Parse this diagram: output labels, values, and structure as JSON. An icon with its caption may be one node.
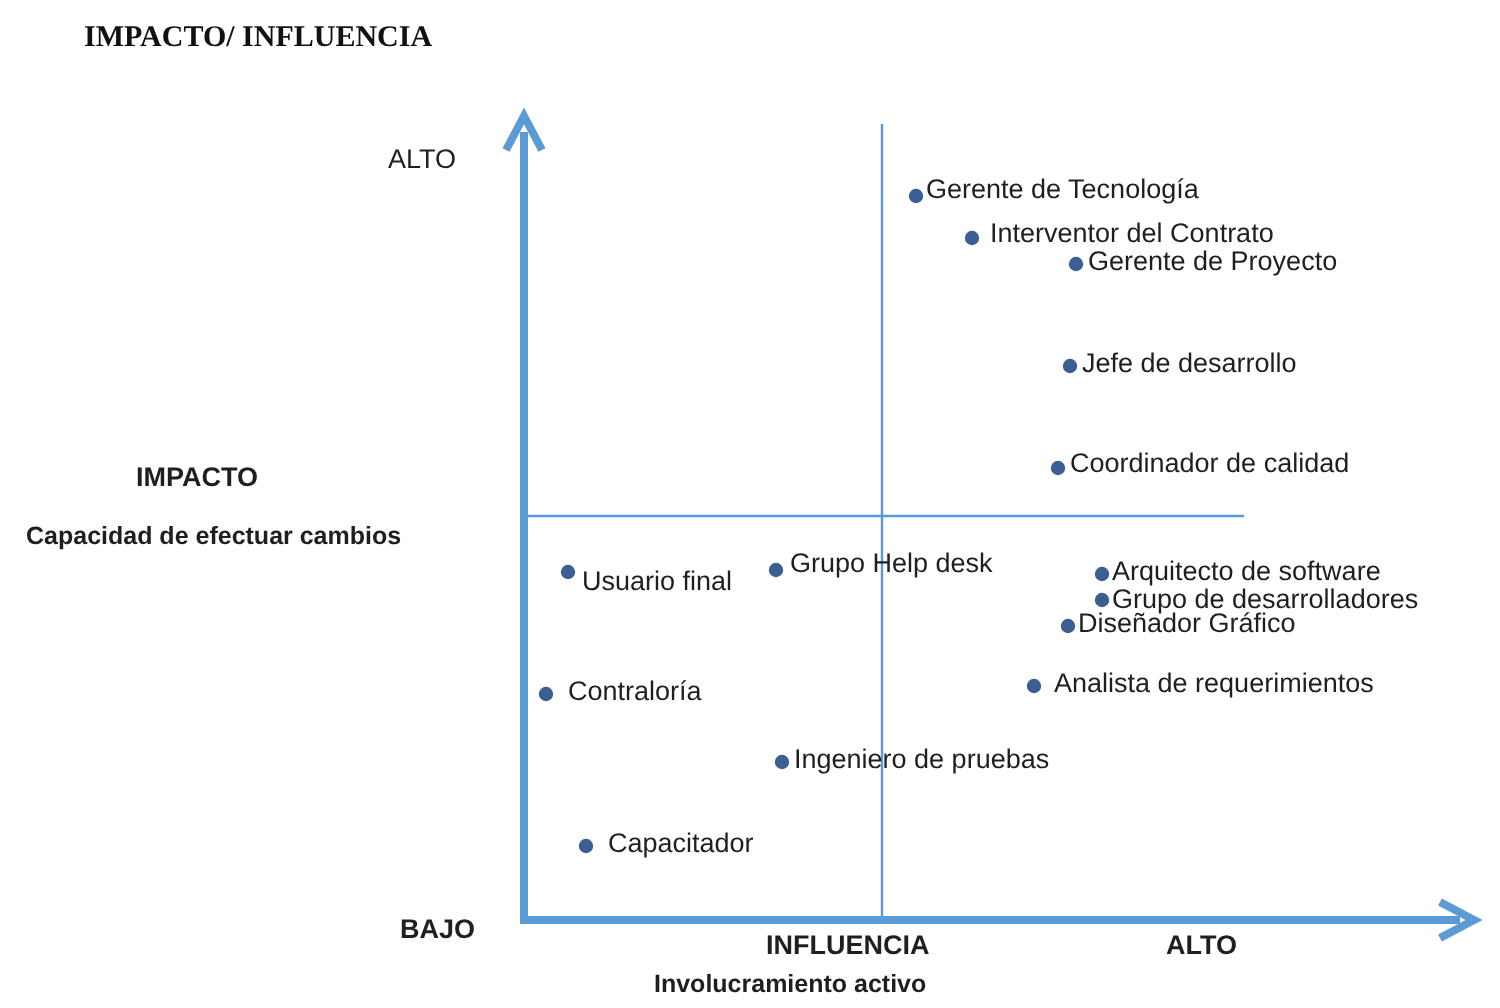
{
  "diagram": {
    "title": "IMPACTO/ INFLUENCIA",
    "labels": [
      "ALTO",
      "Gerente de Tecnología",
      "Interventor del Contrato",
      "Gerente de Proyecto",
      "Jefe de desarrollo",
      "Coordinador de calidad",
      "IMPACTO",
      "Capacidad de efectuar cambios",
      "Grupo Help desk",
      "Arquitecto de software",
      "Usuario final",
      "Grupo de desarrolladores",
      "Diseñador Gráfico",
      "Analista de requerimientos",
      "Contraloría",
      "Ingeniero de pruebas",
      "Capacitador",
      "BAJO",
      "INFLUENCIA",
      "ALTO",
      "Involucramiento activo"
    ]
  }
}
